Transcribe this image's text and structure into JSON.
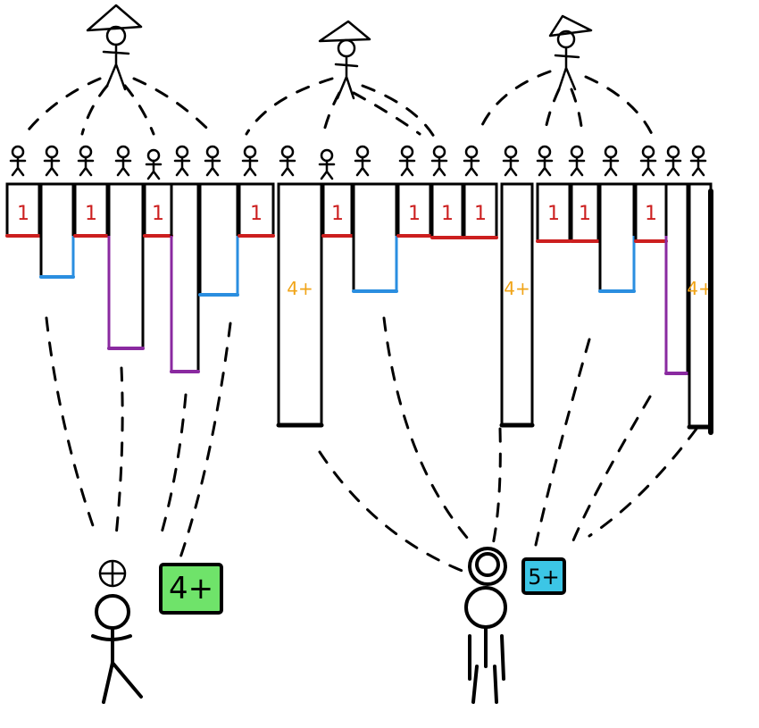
{
  "column_labels": {
    "one": "1",
    "four_plus": "4+"
  },
  "badges": {
    "left": "4+",
    "right": "5+"
  },
  "colors": {
    "red": "#cc1f1f",
    "blue": "#2a8ee0",
    "purple": "#8a2aa0",
    "orange": "#f0a418",
    "green_badge": "#6fe36a",
    "cyan_badge": "#3cc6e6",
    "ink": "#000000"
  }
}
